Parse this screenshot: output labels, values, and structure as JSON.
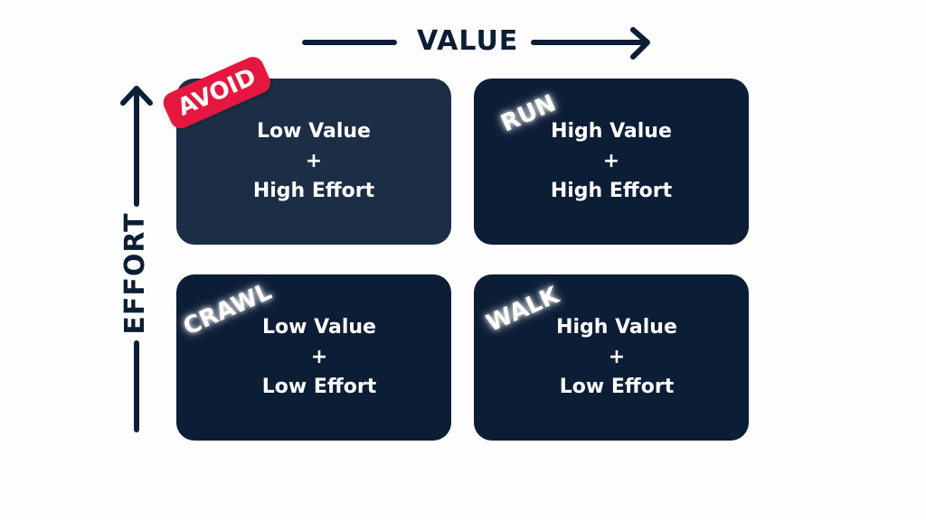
{
  "axes": {
    "x_label": "VALUE",
    "y_label": "EFFORT"
  },
  "quadrants": {
    "avoid": {
      "tag": "AVOID",
      "line1": "Low Value",
      "plus": "+",
      "line2": "High Effort"
    },
    "run": {
      "tag": "RUN",
      "line1": "High Value",
      "plus": "+",
      "line2": "High Effort"
    },
    "crawl": {
      "tag": "CRAWL",
      "line1": "Low Value",
      "plus": "+",
      "line2": "Low Effort"
    },
    "walk": {
      "tag": "WALK",
      "line1": "High Value",
      "plus": "+",
      "line2": "Low Effort"
    }
  },
  "colors": {
    "navy": "#0c1d36",
    "slate": "#1c2e45",
    "accent_red": "#e5163f",
    "background": "#fdfdfd"
  },
  "icons": [
    "arrow-right-icon",
    "arrow-up-icon"
  ]
}
